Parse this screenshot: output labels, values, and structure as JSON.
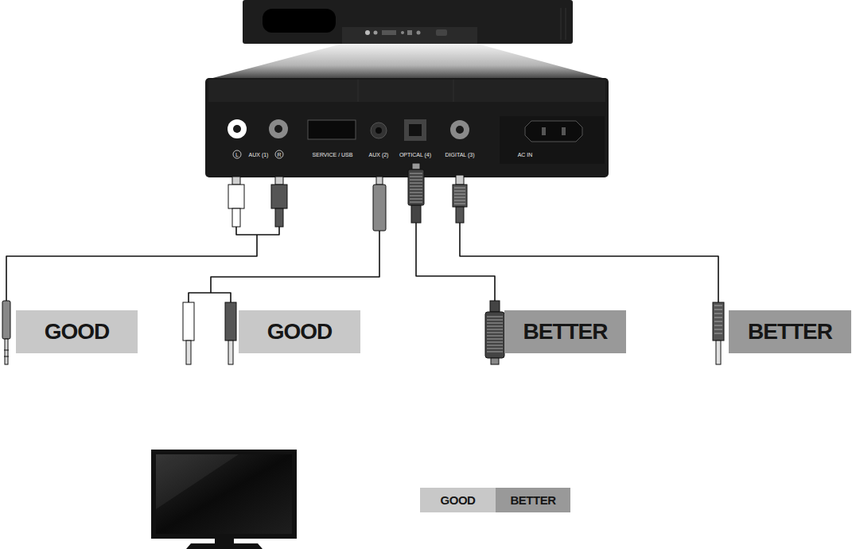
{
  "diagram": {
    "nodes": [
      {
        "text": [
          "GOOD"
        ]
      },
      {
        "text": [
          "GOOD"
        ]
      },
      {
        "text": [
          "BETTER"
        ]
      },
      {
        "text": [
          "BETTER"
        ]
      }
    ],
    "labels": [
      "L",
      "AUX (1)",
      "R",
      "SERVICE / USB",
      "AUX (2)",
      "OPTICAL (4)",
      "DIGITAL (3)",
      "AC IN"
    ],
    "legend": [
      {
        "text": "GOOD",
        "color": "#c8c8c8"
      },
      {
        "text": "BETTER",
        "color": "#999999"
      }
    ]
  }
}
